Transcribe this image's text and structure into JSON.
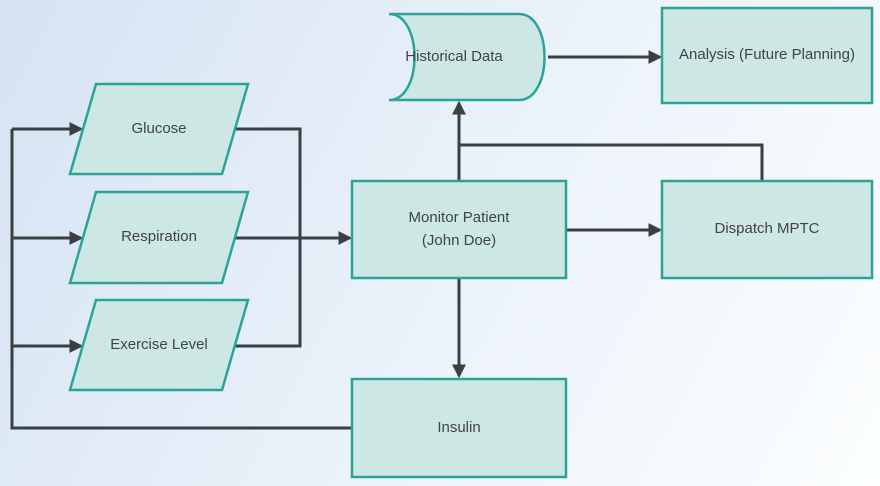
{
  "diagram": {
    "type": "flowchart",
    "nodes": {
      "glucose": {
        "label": "Glucose",
        "shape": "parallelogram"
      },
      "respiration": {
        "label": "Respiration",
        "shape": "parallelogram"
      },
      "exercise_level": {
        "label": "Exercise Level",
        "shape": "parallelogram"
      },
      "monitor_patient": {
        "label": "Monitor Patient\n(John Doe)",
        "shape": "rectangle"
      },
      "insulin": {
        "label": "Insulin",
        "shape": "rectangle"
      },
      "historical_data": {
        "label": "Historical Data",
        "shape": "stored-data"
      },
      "analysis": {
        "label": "Analysis (Future Planning)",
        "shape": "rectangle"
      },
      "dispatch_mptc": {
        "label": "Dispatch MPTC",
        "shape": "rectangle"
      }
    },
    "edges": [
      {
        "from": "glucose",
        "to": "monitor_patient"
      },
      {
        "from": "respiration",
        "to": "monitor_patient"
      },
      {
        "from": "exercise_level",
        "to": "monitor_patient"
      },
      {
        "from": "monitor_patient",
        "to": "historical_data"
      },
      {
        "from": "dispatch_mptc",
        "to": "historical_data"
      },
      {
        "from": "historical_data",
        "to": "analysis"
      },
      {
        "from": "monitor_patient",
        "to": "dispatch_mptc"
      },
      {
        "from": "monitor_patient",
        "to": "insulin"
      },
      {
        "from": "insulin",
        "to": "inputs",
        "note": "feedback loop into Glucose, Respiration and Exercise Level"
      }
    ]
  },
  "colors": {
    "node_fill": "#cde8e4",
    "node_stroke": "#2ba39a",
    "edge_color": "#3a3f43",
    "text_color": "#3f4347",
    "bg_top_left": "#d5e3f3",
    "bg_middle": "#e9f1f9",
    "bg_bottom_right": "#fcfeff"
  }
}
